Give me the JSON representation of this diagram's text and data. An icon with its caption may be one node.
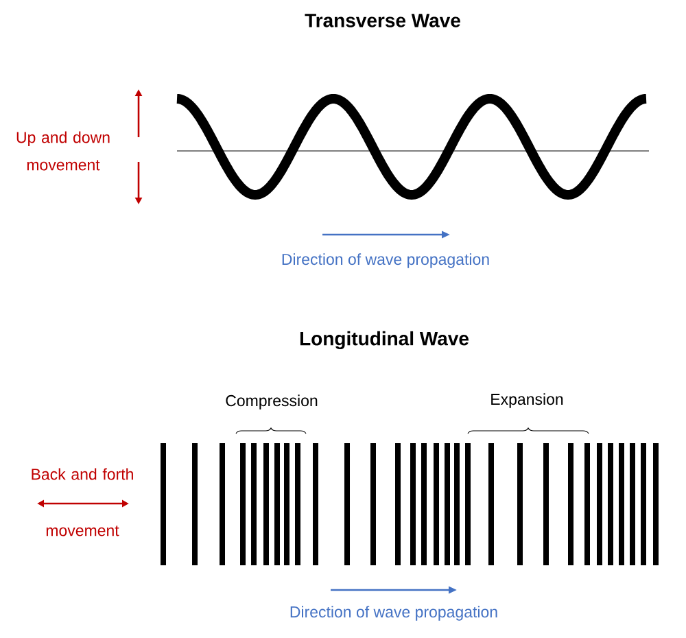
{
  "diagram": {
    "labels": [
      "Transverse Wave",
      "Up and down movement",
      "Direction of wave propagation",
      "Longitudinal Wave",
      "Compression",
      "Expansion",
      "Back and forth movement",
      "Direction of wave propagation"
    ]
  }
}
